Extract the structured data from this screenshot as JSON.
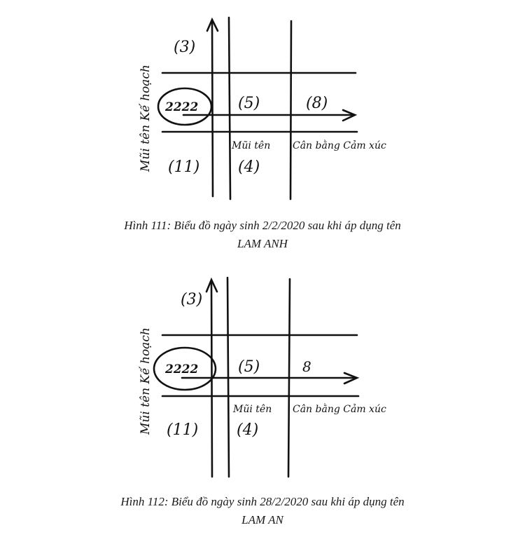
{
  "figures": [
    {
      "cells": {
        "top_left": "(3)",
        "middle_left": "2222",
        "middle_center": "(5)",
        "middle_right": "(8)",
        "bottom_left": "(11)",
        "bottom_center": "(4)"
      },
      "labels": {
        "vertical_arrow": "Mũi tên Kế hoạch",
        "arrow_name": "Mũi tên",
        "arrow_meaning": "Cân bằng Cảm xúc"
      },
      "caption": {
        "line1": "Hình 111: Biểu đồ ngày sinh 2/2/2020 sau khi áp dụng tên",
        "line2": "LAM ANH"
      }
    },
    {
      "cells": {
        "top_left": "(3)",
        "middle_left": "2222",
        "middle_center": "(5)",
        "middle_right": "8",
        "bottom_left": "(11)",
        "bottom_center": "(4)"
      },
      "labels": {
        "vertical_arrow": "Mũi tên Kế hoạch",
        "arrow_name": "Mũi tên",
        "arrow_meaning": "Cân bằng Cảm xúc"
      },
      "caption": {
        "line1": "Hình 112: Biểu đồ ngày sinh 28/2/2020 sau khi áp dụng tên",
        "line2": "LAM AN"
      }
    }
  ],
  "colors": {
    "ink": "#111111",
    "caption": "#1a1a1a",
    "background": "#ffffff"
  }
}
